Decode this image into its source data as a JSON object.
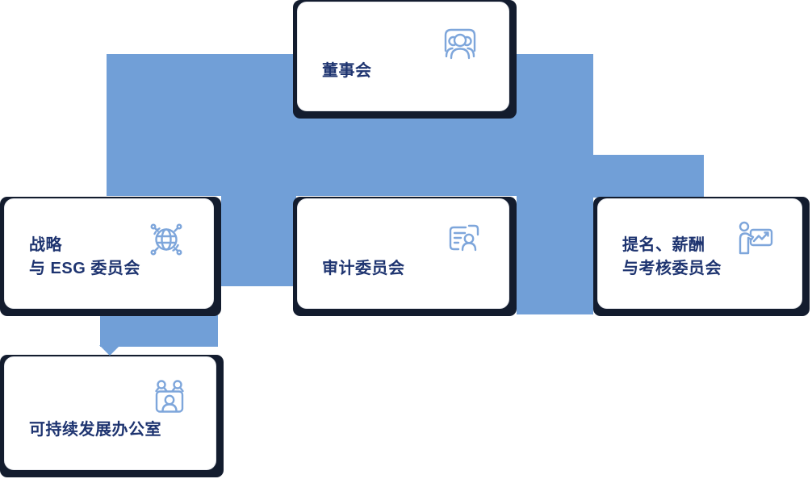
{
  "colors": {
    "connector_blue": "#719fd7",
    "frame_navy": "#131c2e",
    "label_navy": "#1e3470",
    "icon_blue": "#7ea6db",
    "card_background": "#ffffff",
    "card_border": "#e8eaee"
  },
  "org_chart": {
    "nodes": {
      "board": {
        "label_line1": "董事会",
        "label_line2": "",
        "icon": "meeting-people-icon"
      },
      "strategy_esg": {
        "label_line1": "战略",
        "label_line2": "与 ESG 委员会",
        "icon": "network-globe-icon"
      },
      "audit": {
        "label_line1": "审计委员会",
        "label_line2": "",
        "icon": "id-card-person-icon"
      },
      "nomination": {
        "label_line1": "提名、薪酬",
        "label_line2": "与考核委员会",
        "icon": "presenter-chart-icon"
      },
      "sustainability_office": {
        "label_line1": "可持续发展办公室",
        "label_line2": "",
        "icon": "team-board-icon"
      }
    }
  }
}
